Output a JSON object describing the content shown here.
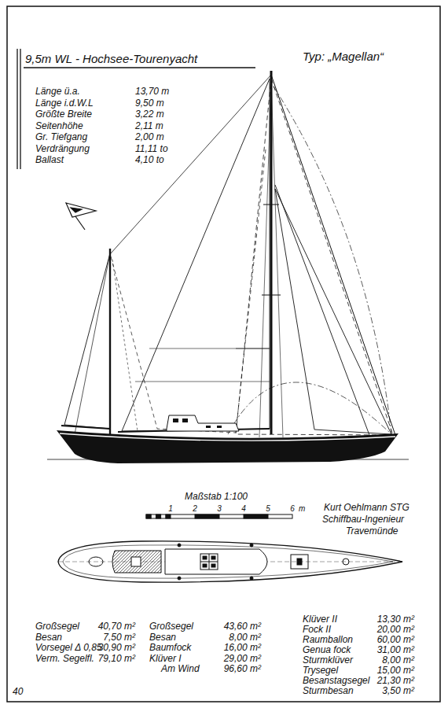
{
  "diagram": {
    "title": "9,5m WL - Hochsee-Tourenyacht",
    "labels": [
      "Typ: „Magellan“",
      "Länge ü.a.",
      "13,70 m",
      "Länge i.d.W.L",
      "9,50 m",
      "Größte Breite",
      "3,22 m",
      "Seitenhöhe",
      "2,11 m",
      "Gr. Tiefgang",
      "2,00 m",
      "Verdrängung",
      "11,11 to",
      "Ballast",
      "4,10 to",
      "Maßstab 1:100",
      "1",
      "2",
      "3",
      "4",
      "5",
      "6",
      "m",
      "Kurt Oehlmann STG",
      "Schiffbau-Ingenieur",
      "Travemünde",
      "Großsegel",
      "40,70 m²",
      "Besan",
      "7,50 m²",
      "Vorsegel Δ 0,85",
      "30,90 m²",
      "Verm. Segelfl.",
      "79,10 m²",
      "Großsegel",
      "43,60 m²",
      "Besan",
      "8,00 m²",
      "Baumfock",
      "16,00 m²",
      "Klüver I",
      "29,00 m²",
      "Am Wind",
      "96,60 m²",
      "Klüver II",
      "13,30 m²",
      "Fock II",
      "20,00 m²",
      "Raumballon",
      "60,00 m²",
      "Genua fock",
      "31,00 m²",
      "Sturmklüver",
      "8,00 m²",
      "Trysegel",
      "15,00 m²",
      "Besanstagsegel",
      "21,30 m²",
      "Sturmbesan",
      "3,50 m²",
      "40"
    ]
  }
}
